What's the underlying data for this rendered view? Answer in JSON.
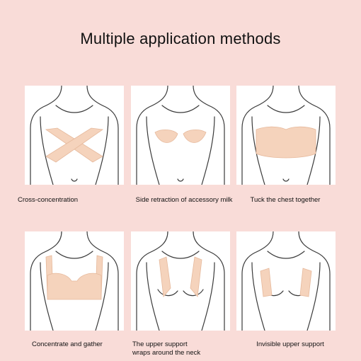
{
  "title": "Multiple application methods",
  "colors": {
    "background": "#f9dcd8",
    "card": "#ffffff",
    "tape": "#f5d3bc",
    "line": "#3a3a3a"
  },
  "methods": [
    {
      "label": "Cross-concentration",
      "icon": "torso-cross-tape-illustration"
    },
    {
      "label": "Side retraction of accessory milk",
      "icon": "torso-side-lift-tape-illustration"
    },
    {
      "label": "Tuck the chest together",
      "icon": "torso-band-tape-illustration"
    },
    {
      "label": "Concentrate and gather",
      "icon": "torso-gather-strap-illustration"
    },
    {
      "label": "The upper support\nwraps around the neck",
      "icon": "torso-upper-support-illustration"
    },
    {
      "label": "Invisible upper support",
      "icon": "torso-invisible-support-illustration"
    }
  ]
}
